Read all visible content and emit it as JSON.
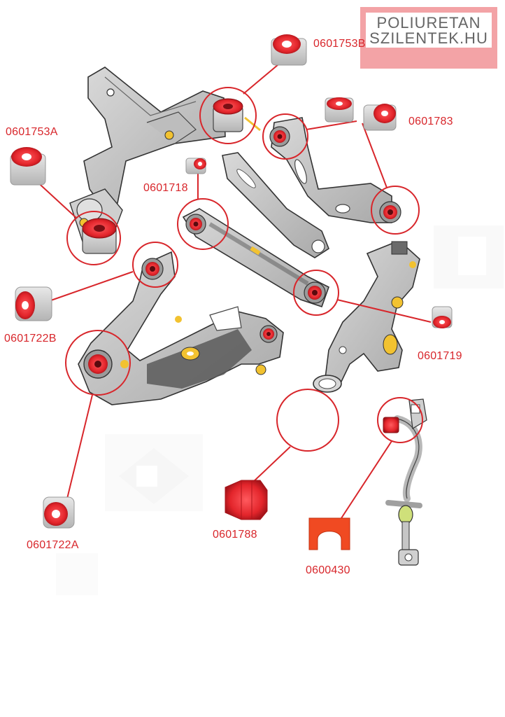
{
  "brand": {
    "line1": "POLIURETAN",
    "line2": "SZILENTEK.HU"
  },
  "colors": {
    "accent": "#d8262b",
    "bushing": "#e3252b",
    "part_gray": "#c9c9c9",
    "part_dark": "#7b7b7b",
    "yellow": "#f2c230"
  },
  "part_numbers": {
    "p_0601753B": "0601753B",
    "p_0601753A": "0601753A",
    "p_0601718": "0601718",
    "p_0601783": "0601783",
    "p_0601722B": "0601722B",
    "p_0601719": "0601719",
    "p_0601722A": "0601722A",
    "p_0601788": "0601788",
    "p_0600430": "0600430"
  }
}
